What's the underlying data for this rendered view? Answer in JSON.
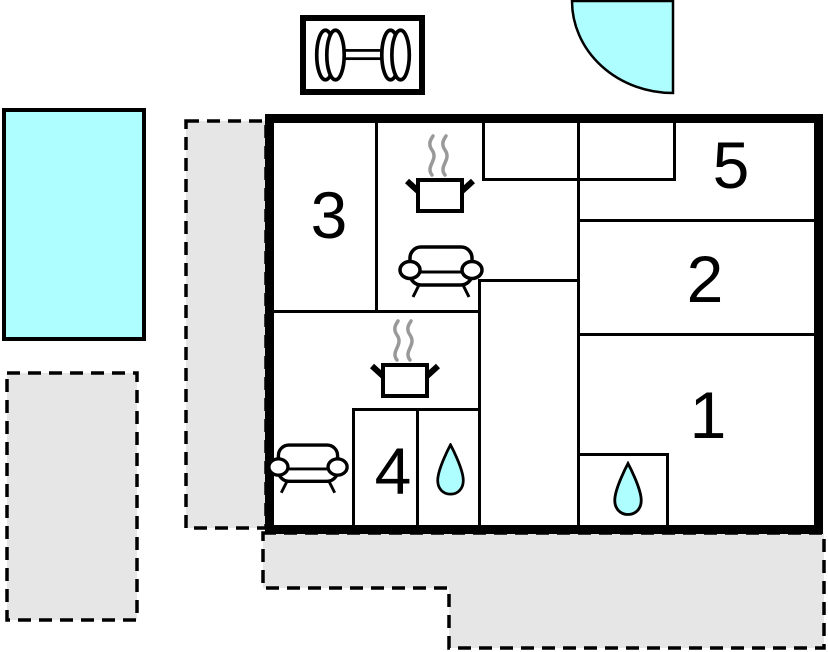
{
  "title": "floor-plan",
  "colors": {
    "water": "#AFFEFF",
    "area": "#E6E6E6",
    "wall": "#000000",
    "steam": "#999999"
  },
  "rooms": [
    {
      "id": "room-1",
      "label": "1"
    },
    {
      "id": "room-2",
      "label": "2"
    },
    {
      "id": "room-3",
      "label": "3"
    },
    {
      "id": "room-4",
      "label": "4"
    },
    {
      "id": "room-5",
      "label": "5"
    }
  ],
  "icons": [
    "dumbbell-icon",
    "door-swing-icon",
    "stove-icon",
    "sofa-icon",
    "water-drop-icon",
    "pool",
    "terrace-area"
  ]
}
